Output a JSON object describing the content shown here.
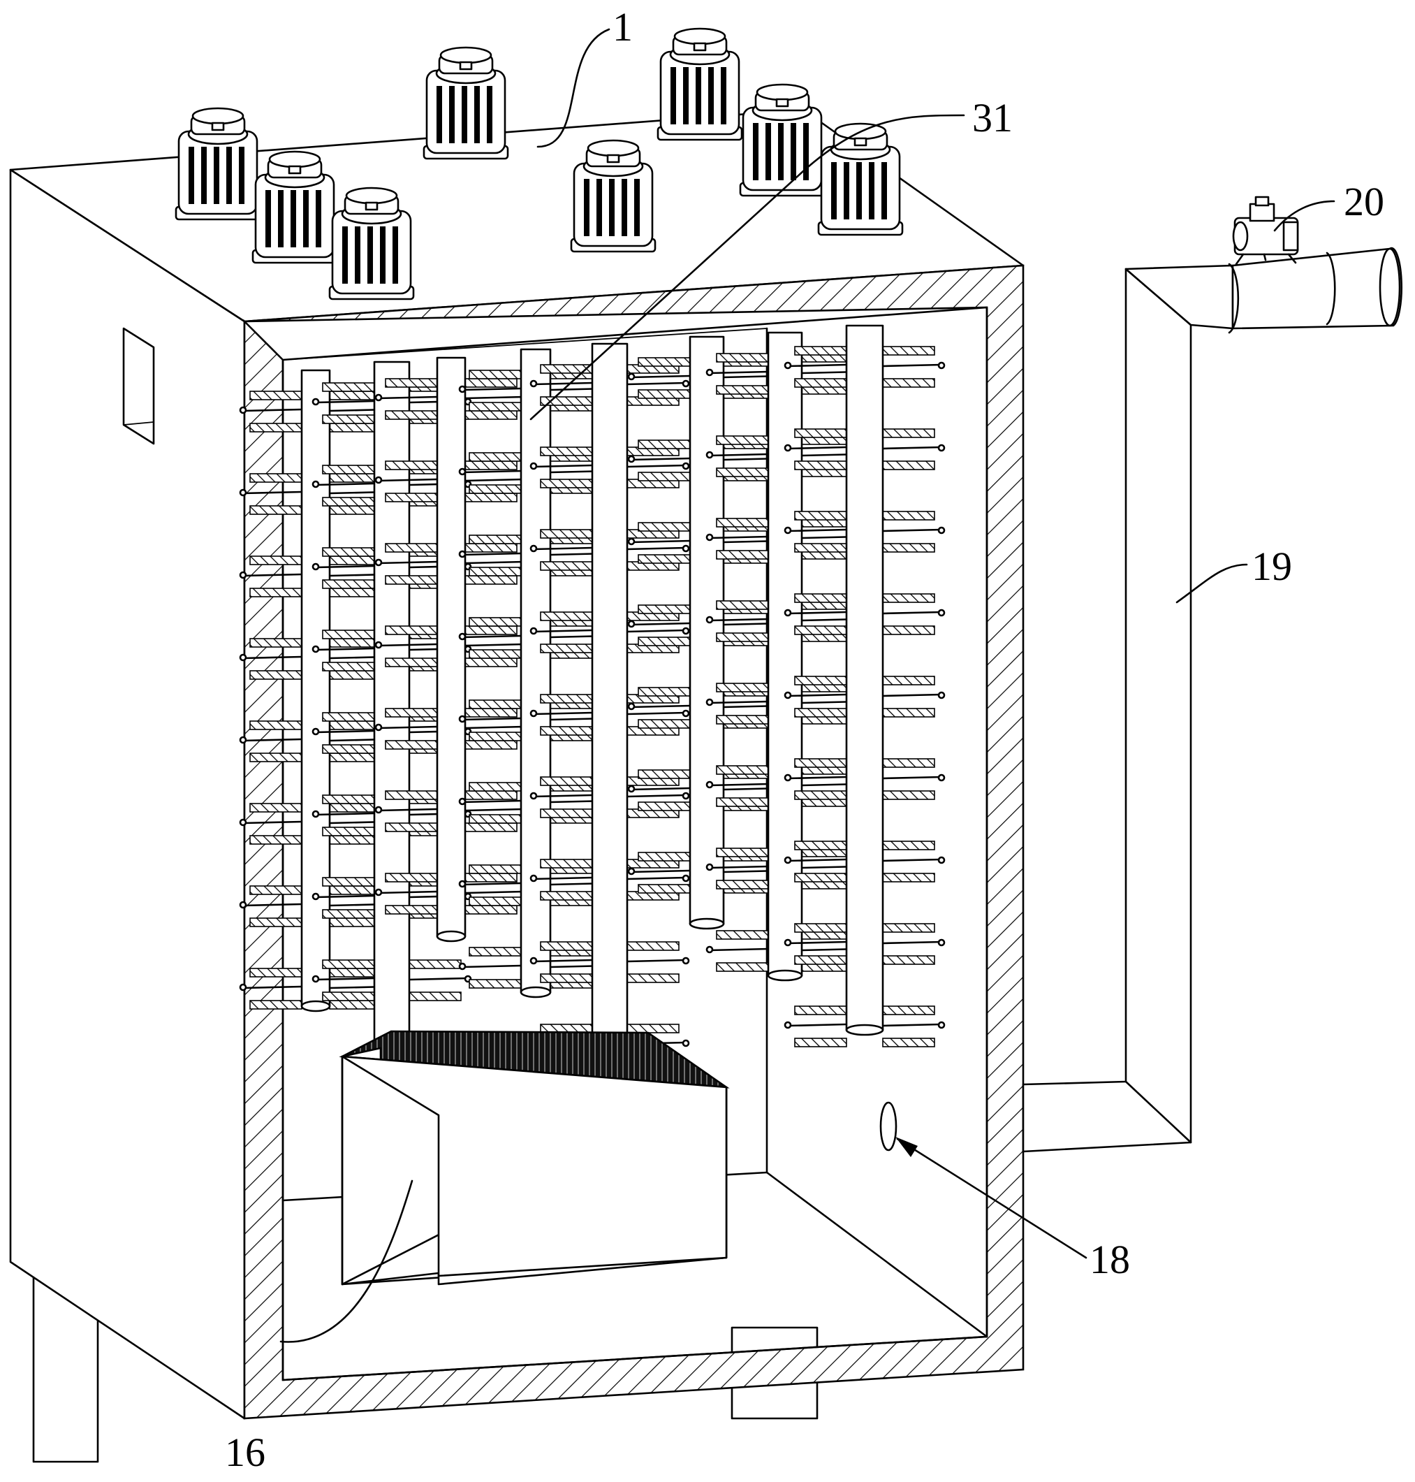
{
  "labels": {
    "l1": "1",
    "l31": "31",
    "l20": "20",
    "l19": "19",
    "l18": "18",
    "l16": "16"
  },
  "colors": {
    "line": "#000000",
    "background": "#ffffff"
  }
}
